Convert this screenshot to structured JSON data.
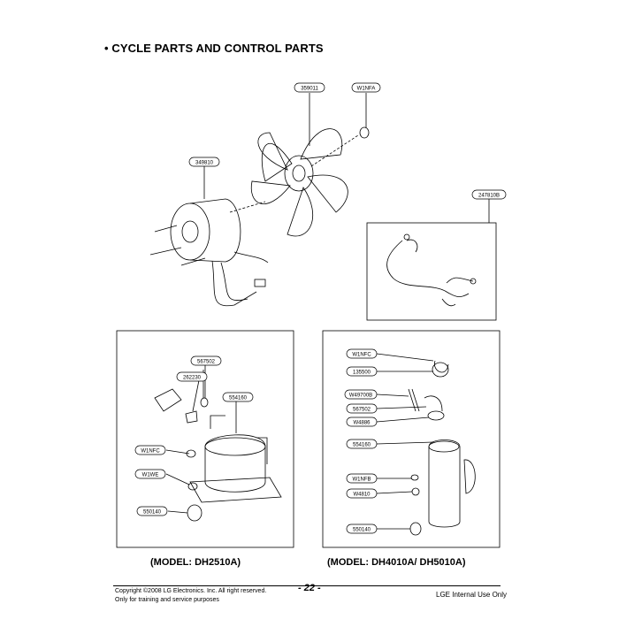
{
  "title": "• CYCLE PARTS AND CONTROL PARTS",
  "part_labels": {
    "fan": "359011",
    "fan_nut": "W1NFA",
    "fan_motor": "349810",
    "wire_harness": "247810B",
    "l_relay": "567502",
    "l_protector": "262230",
    "l_compressor": "554160",
    "l_nut": "W1NFC",
    "l_washer": "W1WE",
    "l_grommet": "550140",
    "r_nut_top": "W1NFC",
    "r_cover": "135500",
    "r_spring": "W49700B",
    "r_relay": "567502",
    "r_washer": "W4886",
    "r_compressor": "554160",
    "r_nut": "W1NFB",
    "r_washer2": "W4810",
    "r_grommet": "550140"
  },
  "captions": {
    "left_model": "(MODEL: DH2510A)",
    "right_model": "(MODEL: DH4010A/ DH5010A)"
  },
  "footer": {
    "copyright": "Copyright ©2008 LG Electronics. Inc. All right reserved.",
    "usage": "Only for training and service purposes",
    "page": "- 22 -",
    "internal": "LGE Internal Use Only"
  }
}
